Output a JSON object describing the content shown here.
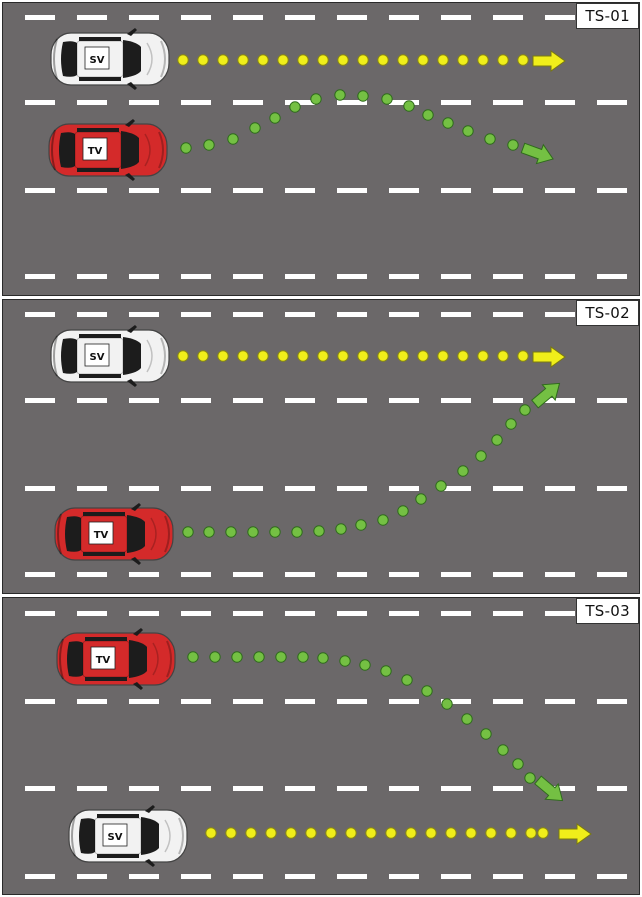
{
  "colors": {
    "road": "#6b6869",
    "lane_marking": "#ffffff",
    "sv_body": "#f2f2f2",
    "tv_body": "#d42a2a",
    "sv_path": "#f0ee1a",
    "tv_path": "#74c043"
  },
  "scenarios": [
    {
      "label": "TS-01",
      "sv_tag": "SV",
      "tv_tag": "TV",
      "tv_maneuver": "lane-change-left-and-return"
    },
    {
      "label": "TS-02",
      "sv_tag": "SV",
      "tv_tag": "TV",
      "tv_maneuver": "cut-in-from-two-lanes-right"
    },
    {
      "label": "TS-03",
      "sv_tag": "SV",
      "tv_tag": "TV",
      "tv_maneuver": "cut-in-from-two-lanes-left"
    }
  ]
}
